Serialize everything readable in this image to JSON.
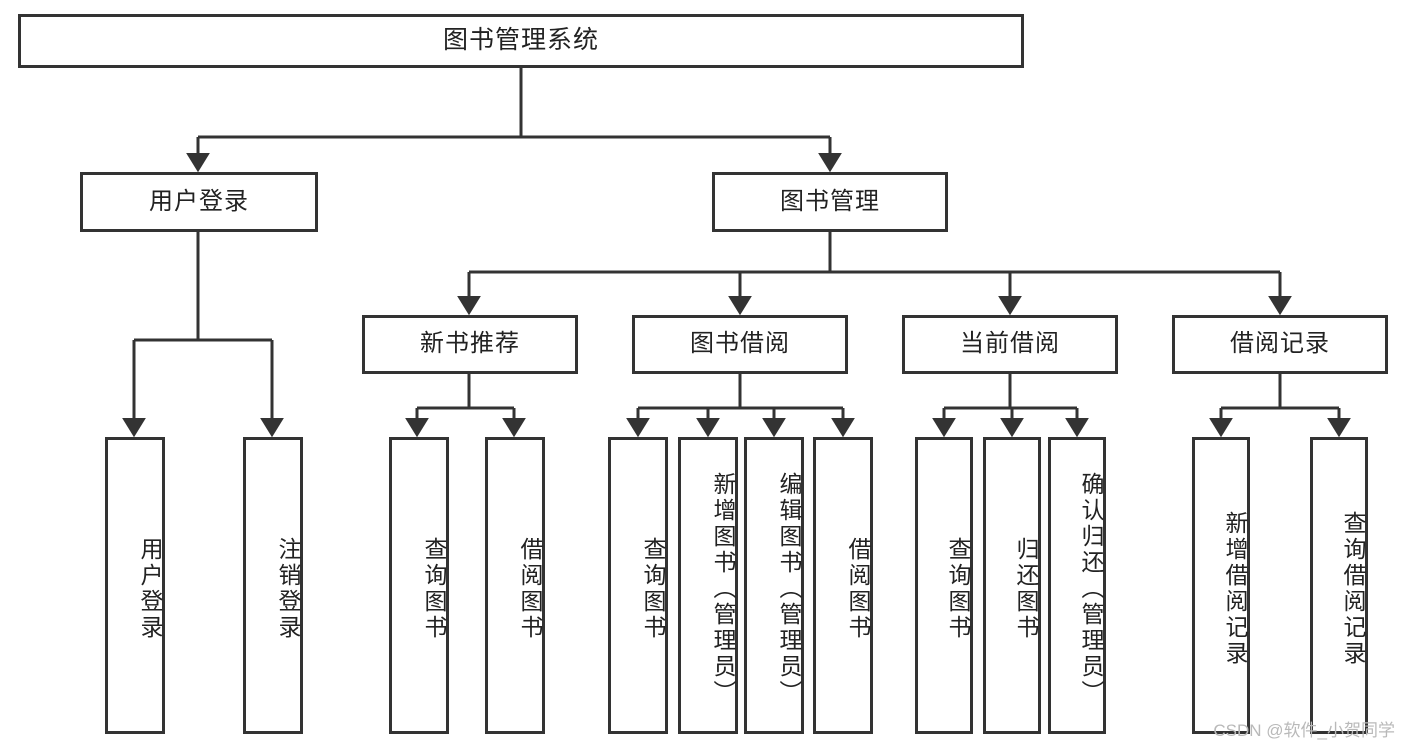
{
  "diagram": {
    "type": "tree-hierarchy",
    "title": "图书管理系统",
    "orientation": "top-down",
    "colors": {
      "box_border": "#333333",
      "box_fill": "#ffffff",
      "connector": "#333333",
      "text": "#222222",
      "watermark": "#b9b9b9"
    },
    "levels": [
      {
        "level": 1,
        "nodes": [
          {
            "id": "root",
            "label": "图书管理系统",
            "orientation": "horizontal"
          }
        ]
      },
      {
        "level": 2,
        "nodes": [
          {
            "id": "login",
            "label": "用户登录",
            "orientation": "horizontal",
            "parent": "root"
          },
          {
            "id": "bookmgmt",
            "label": "图书管理",
            "orientation": "horizontal",
            "parent": "root"
          }
        ]
      },
      {
        "level": 3,
        "nodes": [
          {
            "id": "newbook",
            "label": "新书推荐",
            "orientation": "horizontal",
            "parent": "bookmgmt"
          },
          {
            "id": "borrow",
            "label": "图书借阅",
            "orientation": "horizontal",
            "parent": "bookmgmt"
          },
          {
            "id": "current",
            "label": "当前借阅",
            "orientation": "horizontal",
            "parent": "bookmgmt"
          },
          {
            "id": "record",
            "label": "借阅记录",
            "orientation": "horizontal",
            "parent": "bookmgmt"
          }
        ]
      },
      {
        "level": 4,
        "nodes": [
          {
            "id": "leaf1",
            "label": "用户登录",
            "orientation": "vertical",
            "parent": "login"
          },
          {
            "id": "leaf2",
            "label": "注销登录",
            "orientation": "vertical",
            "parent": "login"
          },
          {
            "id": "leaf3",
            "label": "查询图书",
            "orientation": "vertical",
            "parent": "newbook"
          },
          {
            "id": "leaf4",
            "label": "借阅图书",
            "orientation": "vertical",
            "parent": "newbook"
          },
          {
            "id": "leaf5",
            "label": "查询图书",
            "orientation": "vertical",
            "parent": "borrow"
          },
          {
            "id": "leaf6",
            "label": "新增图书（管理员）",
            "orientation": "vertical",
            "parent": "borrow"
          },
          {
            "id": "leaf7",
            "label": "编辑图书（管理员）",
            "orientation": "vertical",
            "parent": "borrow"
          },
          {
            "id": "leaf8",
            "label": "借阅图书",
            "orientation": "vertical",
            "parent": "borrow"
          },
          {
            "id": "leaf9",
            "label": "查询图书",
            "orientation": "vertical",
            "parent": "current"
          },
          {
            "id": "leaf10",
            "label": "归还图书",
            "orientation": "vertical",
            "parent": "current"
          },
          {
            "id": "leaf11",
            "label": "确认归还（管理员）",
            "orientation": "vertical",
            "parent": "current"
          },
          {
            "id": "leaf12",
            "label": "新增借阅记录",
            "orientation": "vertical",
            "parent": "record"
          },
          {
            "id": "leaf13",
            "label": "查询借阅记录",
            "orientation": "vertical",
            "parent": "record"
          }
        ]
      }
    ]
  },
  "watermark": {
    "text": "CSDN @软件_小贺同学"
  }
}
